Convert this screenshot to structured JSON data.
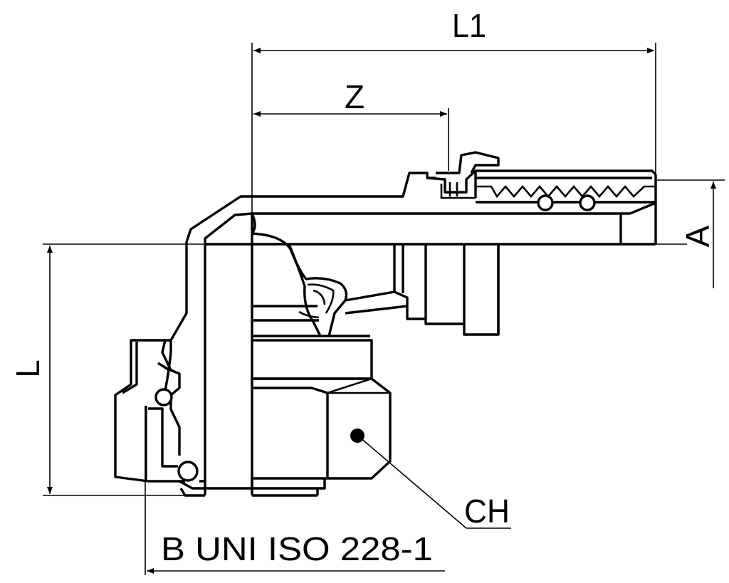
{
  "labels": {
    "l1": "L1",
    "z": "Z",
    "a": "A",
    "l": "L",
    "ch": "CH",
    "thread": "B UNI ISO 228-1"
  },
  "colors": {
    "line": "#000000",
    "background": "#ffffff"
  }
}
